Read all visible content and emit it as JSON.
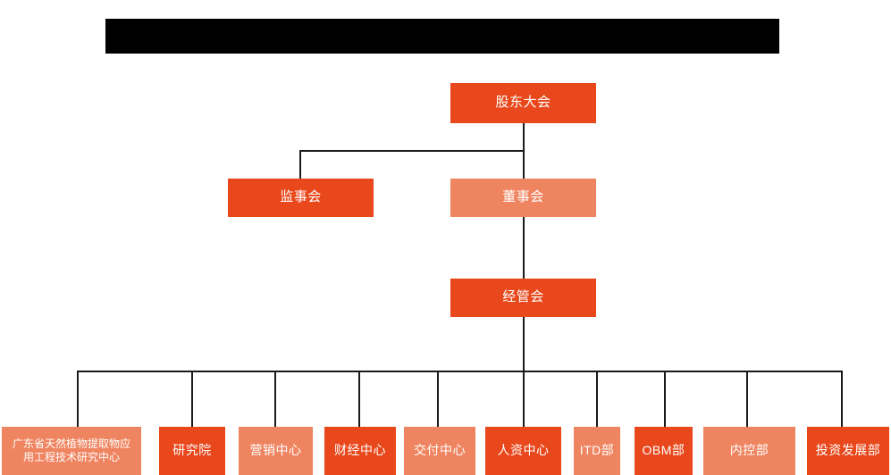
{
  "diagram": {
    "title_banner": {
      "name": "redacted-title-bar",
      "text": "",
      "color": "#000000"
    },
    "colors": {
      "dark_orange": "#e8481c",
      "light_orange": "#ef8460",
      "connector": "#1a1a1a",
      "background": "#ffffff",
      "text": "#ffffff"
    },
    "levels": {
      "level1": [
        {
          "id": "shareholders-meeting",
          "label": "股东大会",
          "tone": "dark"
        }
      ],
      "level2": [
        {
          "id": "board-of-supervisors",
          "label": "监事会",
          "tone": "dark"
        },
        {
          "id": "board-of-directors",
          "label": "董事会",
          "tone": "light"
        }
      ],
      "level3": [
        {
          "id": "management-committee",
          "label": "经管会",
          "tone": "dark"
        }
      ],
      "level4": [
        {
          "id": "gd-research-center",
          "label": "广东省天然植物提取物应\n用工程技术研究中心",
          "tone": "light"
        },
        {
          "id": "research-institute",
          "label": "研究院",
          "tone": "dark"
        },
        {
          "id": "marketing-center",
          "label": "营销中心",
          "tone": "light"
        },
        {
          "id": "finance-center",
          "label": "财经中心",
          "tone": "dark"
        },
        {
          "id": "delivery-center",
          "label": "交付中心",
          "tone": "light"
        },
        {
          "id": "hr-center",
          "label": "人资中心",
          "tone": "dark"
        },
        {
          "id": "itd-department",
          "label": "ITD部",
          "tone": "light"
        },
        {
          "id": "obm-department",
          "label": "OBM部",
          "tone": "dark"
        },
        {
          "id": "internal-control-department",
          "label": "内控部",
          "tone": "light"
        },
        {
          "id": "investment-development-department",
          "label": "投资发展部",
          "tone": "dark"
        }
      ]
    }
  }
}
